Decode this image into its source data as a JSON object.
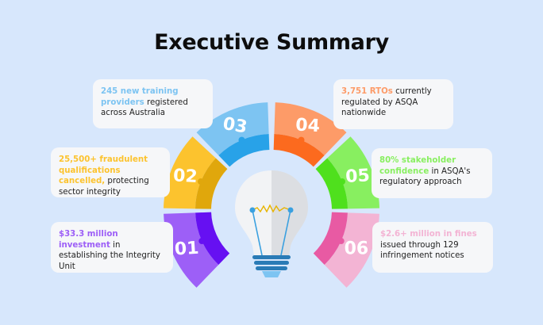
{
  "title": "Executive Summary",
  "items": [
    {
      "number": "01",
      "highlight": "$33.3 million investment",
      "text": " in establishing the Integrity Unit",
      "color": "#9d5ff7",
      "dark": "#6610f2"
    },
    {
      "number": "02",
      "highlight": "25,500+ fraudulent qualifications cancelled,",
      "text": " protecting sector integrity",
      "color": "#fcc32e",
      "dark": "#e0a70c"
    },
    {
      "number": "03",
      "highlight": "245 new training providers",
      "text": " registered across Australia",
      "color": "#7dc4f2",
      "dark": "#28a2e8"
    },
    {
      "number": "04",
      "highlight": "3,751 RTOs",
      "text": " currently regulated by ASQA nationwide",
      "color": "#fd9b68",
      "dark": "#fc6a1e"
    },
    {
      "number": "05",
      "highlight": "80% stakeholder confidence",
      "text": " in ASQA's regulatory approach",
      "color": "#88ef60",
      "dark": "#4fe01d"
    },
    {
      "number": "06",
      "highlight": "$2.6+ million in fines",
      "text": " issued through 129 infringement notices",
      "color": "#f3b4d4",
      "dark": "#e85aa3"
    }
  ]
}
